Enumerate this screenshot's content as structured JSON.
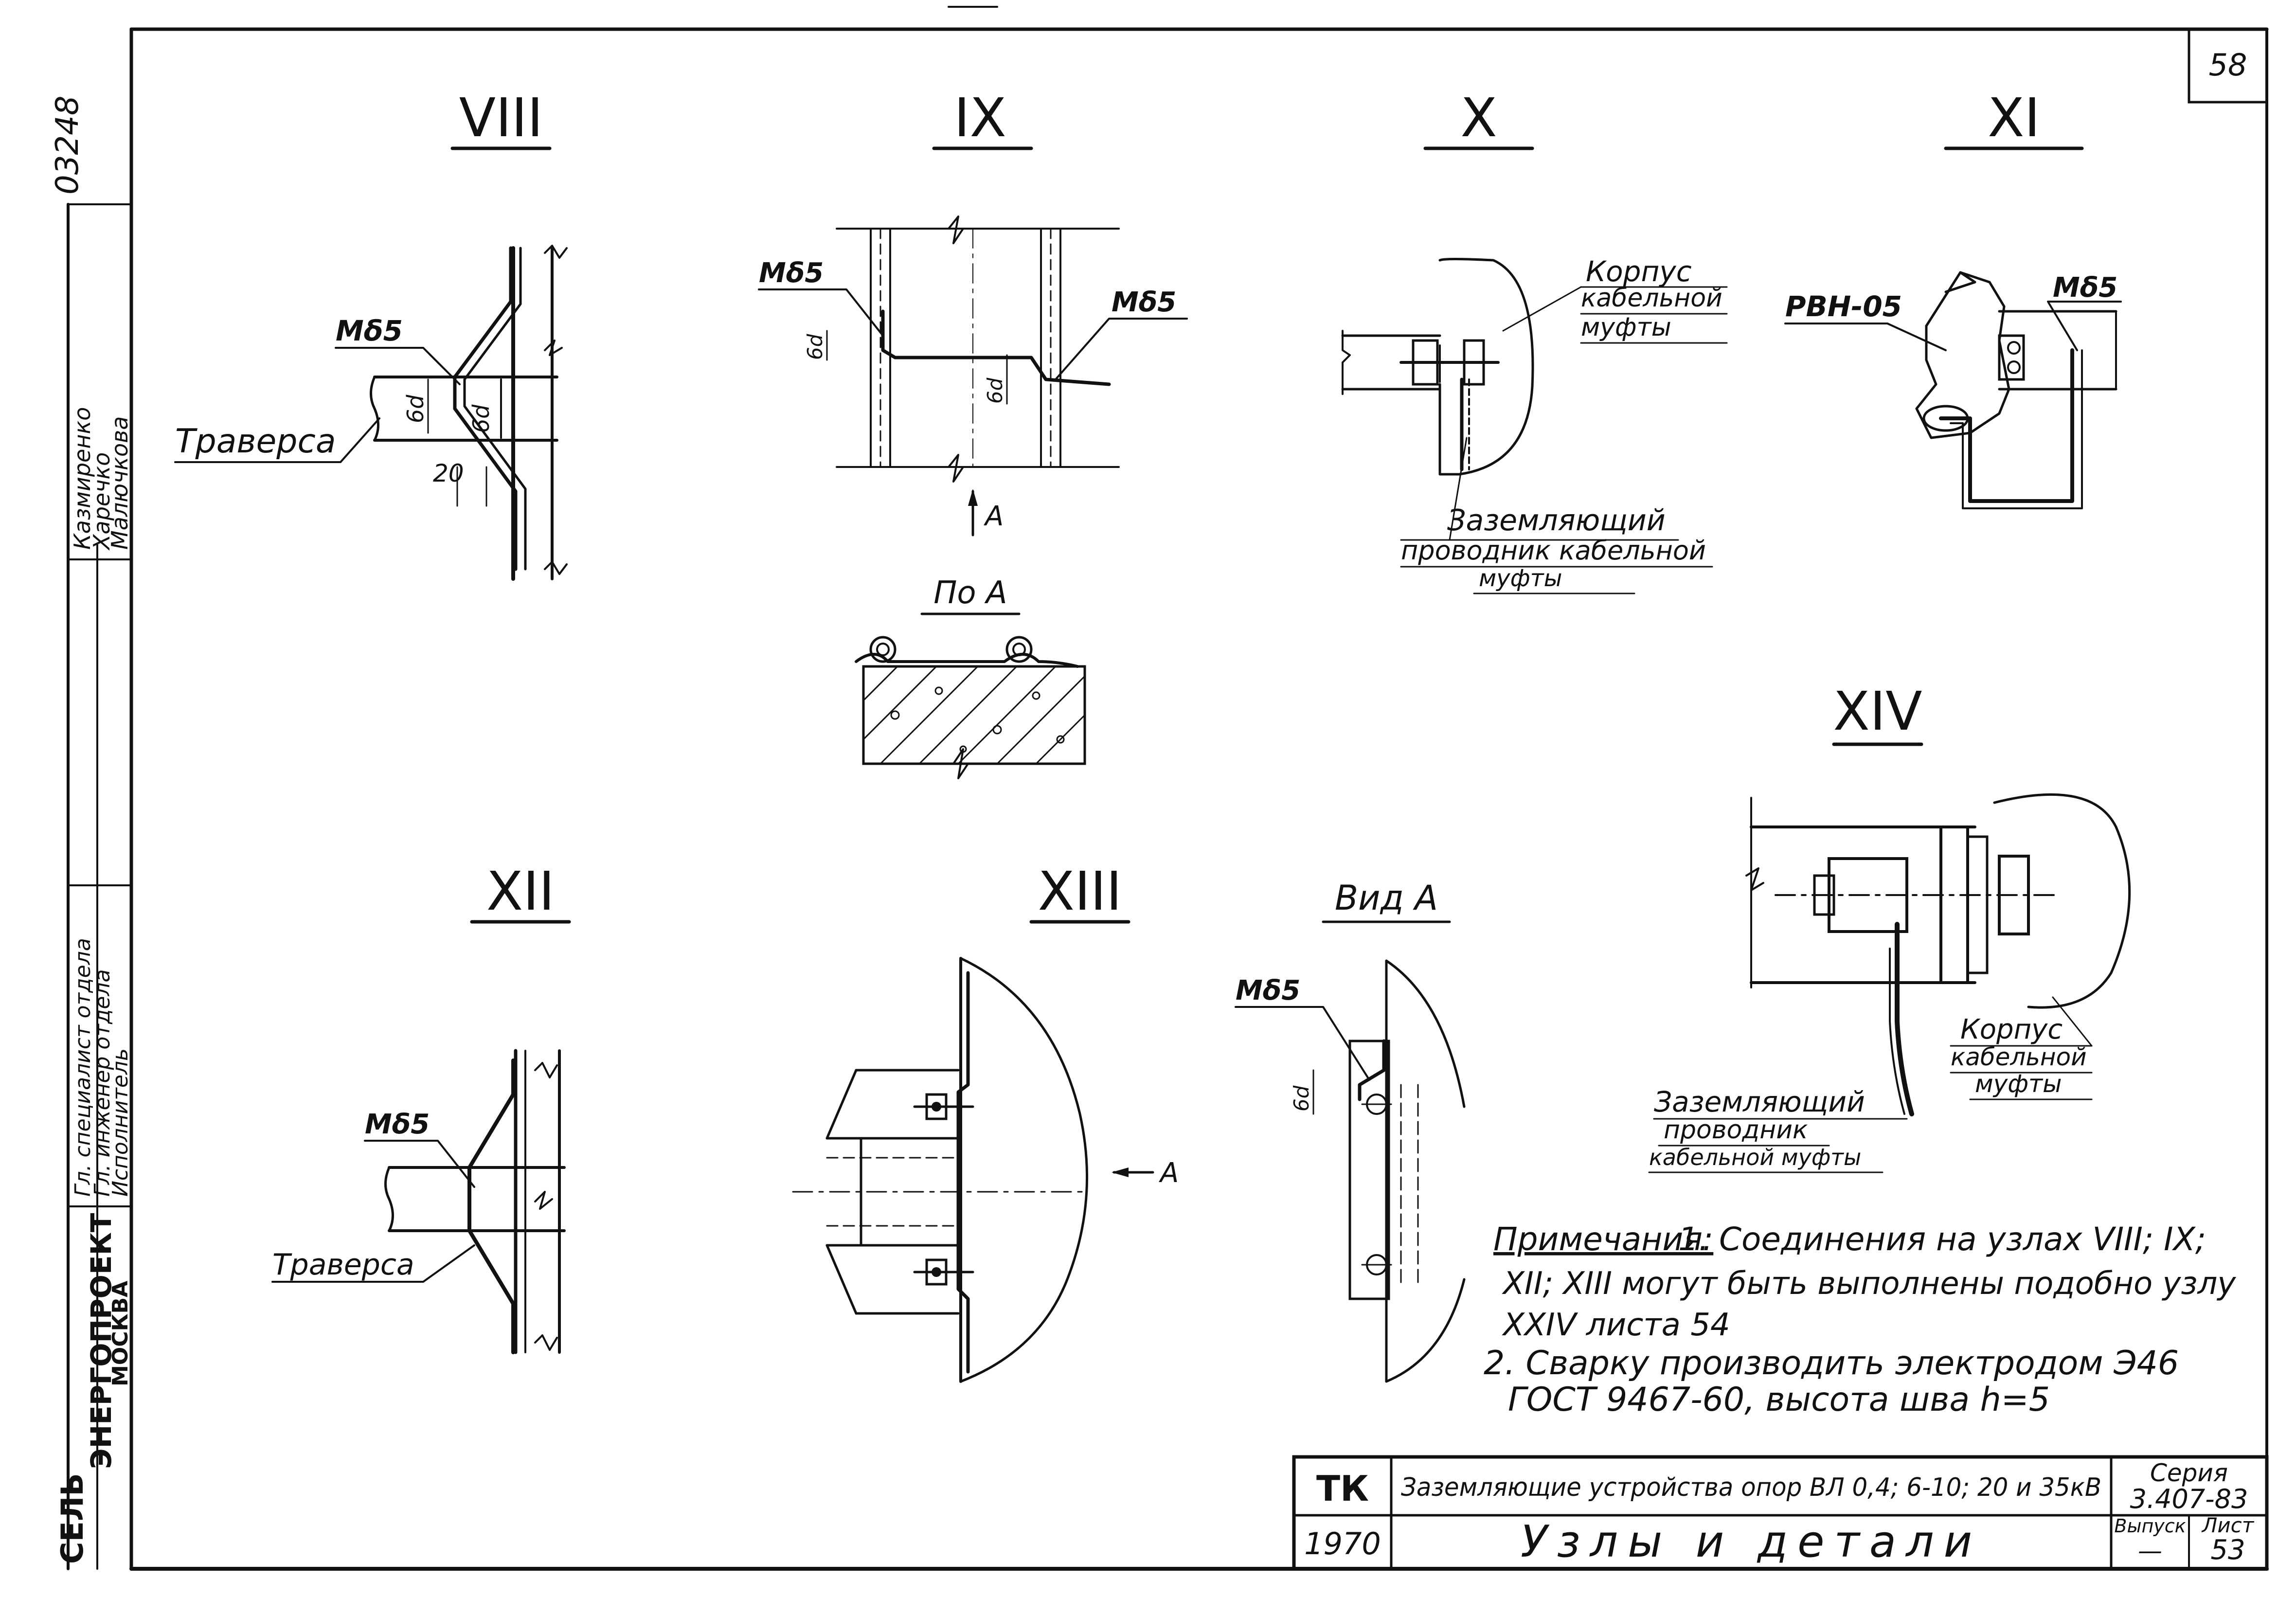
{
  "sheet": {
    "page_number": "58",
    "archive_number": "03248",
    "side_stamp": {
      "org_line1": "СЕЛЬ",
      "org_line2": "ЭНЕРГОПРОЕКТ",
      "org_city": "МОСКВА",
      "role_1": "Гл. специалист отдела",
      "role_2": "Гл. инженер отдела",
      "role_3": "Исполнитель",
      "name_1": "Казмиренко",
      "name_2": "Харечко",
      "name_3": "Малючкова"
    }
  },
  "views": {
    "viii": {
      "title": "VIII",
      "md5": "Мδ5",
      "traverse": "Траверса",
      "dim_6d_1": "6d",
      "dim_6d_2": "6d",
      "dim_20": "20"
    },
    "ix": {
      "title": "IX",
      "md5_left": "Мδ5",
      "md5_right": "Мδ5",
      "dim_6d_1": "6d",
      "dim_6d_2": "6d",
      "arrow": "А"
    },
    "po_a": {
      "title": "По А"
    },
    "x": {
      "title": "X",
      "body_label": "Корпус кабельной муфты",
      "body_l1": "Корпус",
      "body_l2": "кабельной",
      "body_l3": "муфты",
      "ground_l1": "Заземляющий",
      "ground_l2": "проводник кабельной",
      "ground_l3": "муфты"
    },
    "xi": {
      "title": "XI",
      "rvn": "РВН-05",
      "md5": "Мδ5"
    },
    "xii": {
      "title": "XII",
      "md5": "Мδ5",
      "traverse": "Траверса"
    },
    "xiii": {
      "title": "XIII",
      "arrow": "А"
    },
    "vid_a": {
      "title": "Вид А",
      "md5": "Мδ5",
      "dim_6d": "6d"
    },
    "xiv": {
      "title": "XIV",
      "body_l1": "Корпус",
      "body_l2": "кабельной",
      "body_l3": "муфты",
      "ground_l1": "Заземляющий",
      "ground_l2": "проводник",
      "ground_l3": "кабельной муфты"
    }
  },
  "notes": {
    "heading": "Примечания:",
    "line1": "1. Соединения на узлах VIII; IX;",
    "line2": "XII; XIII могут быть выполнены подобно узлу",
    "line3": "XXIV листа 54",
    "line4": "2. Сварку производить электродом Э46",
    "line5": "ГОСТ 9467-60, высота шва h=5"
  },
  "title_block": {
    "tk": "ТК",
    "year": "1970",
    "project": "Заземляющие устройства опор ВЛ 0,4; 6-10; 20 и 35кВ",
    "series_label": "Серия",
    "series": "3.407-83",
    "drawing_title": "Узлы и детали",
    "issue_label": "Выпуск",
    "issue": "—",
    "sheet_label": "Лист",
    "sheet": "53"
  }
}
